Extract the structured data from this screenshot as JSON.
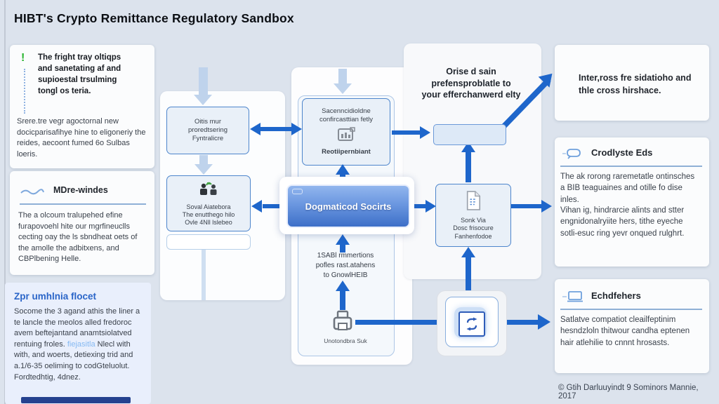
{
  "title": "HIBT's Crypto Remittance Regulatory Sandbox",
  "left_column": {
    "card1": {
      "alert_glyph": "!",
      "heading_lines": [
        "The fright tray oltiqps",
        "and sanetating af and",
        "supioestal trsulming",
        "tongl os teria."
      ],
      "body": "Srere.tre vegr agoctornal new docicparisafihye hine to eligoneriy the reides, aecoont fumed 6o Sulbas loeris."
    },
    "card2": {
      "heading": "MDre-windes",
      "body": "The a olcoum tralupehed efine furapovoehl hite our mgrfineuclls cecting oay the ls sbndheat oets of the amolle the adbitxens, and CBPlbening Helle."
    },
    "card3": {
      "heading": "Zpr umhlnia flocet",
      "body_start": "Socome the 3 agand athis the liner a te lancle the meolos alled fredoroc avem beftejantand anamtsiolatved rentuing froles. ",
      "link_text": "fiejasitla",
      "body_end": " Nlecl with with, and woerts, detiexing trid and a.1/6-35 oeliming to codGteluolut. Fordtedhtig, 4dnez."
    }
  },
  "flow": {
    "box1_lines": [
      "Oitis mur",
      "proredtsering",
      "Fyntralicre"
    ],
    "box2_lines": [
      "Soval Aiatebora",
      "The enutthego hilo",
      "Ovle 4Nll lslebeo"
    ],
    "top_box": {
      "line1": "Sacenncidioldne",
      "line2": "confircasttian fetly",
      "label": "Reotiipernbiant"
    },
    "center_button": "Dogmaticod Socirts",
    "sabi_lines": [
      "1SABl rmmertions",
      "pofles rast.atahens",
      "to GnowlHEIB"
    ],
    "printer_label": "Unotondbra Suk",
    "orise_lines": [
      "Orise d sain",
      "prefensproblatle to",
      "your efferchanwerd elty"
    ],
    "sonk_lines": [
      "Sonk Via",
      "Dosc frisocure",
      "Fanhenfodoe"
    ]
  },
  "right_column": {
    "card_top": {
      "lines": [
        "Inter,ross fre sidatioho and",
        "thle cross hirshace."
      ]
    },
    "card_mid": {
      "heading": "Crodlyste Eds",
      "para1": "The ak rorong raremetatle ontinsches a BIB teaguaines and otille fo dise inles.",
      "para2": "Vihan ig, hindrarcie alints and stter engnidonalryiite hers, tithe eyeche sotli-esuc ring yevr onqued rulghrt."
    },
    "card_bottom": {
      "heading": "Echdfehers",
      "body": "Satlatve compatiot cleailfeptinim hesndzloln thitwour candha eptenen hair atlehilie to cnnnt hrosasts."
    },
    "footer": "© Gtih Darluuyindt 9 Sominors Mannie, 2017"
  },
  "icons": {
    "alert": "exclamation",
    "card2_heading": "scribble",
    "box2": "people",
    "top_box": "form",
    "sonk": "document",
    "printer": "printer",
    "exchange": "exchange-arrows",
    "card_mid_heading": "chat-bubble",
    "card_bottom_heading": "monitor"
  },
  "colors": {
    "page_bg": "#dce3ed",
    "accent_arrow": "#1e66cb",
    "light_arrow": "#bfd3ec",
    "node_fill": "#e9f0f8",
    "node_border": "#4d85cc",
    "button_gradient_top": "#92b6ee",
    "button_gradient_bottom": "#3d6fc8",
    "heading_blue": "#2a65c8",
    "link": "#85b9f2",
    "bottom_bar": "#24418f",
    "alert_green": "#27b42e"
  }
}
